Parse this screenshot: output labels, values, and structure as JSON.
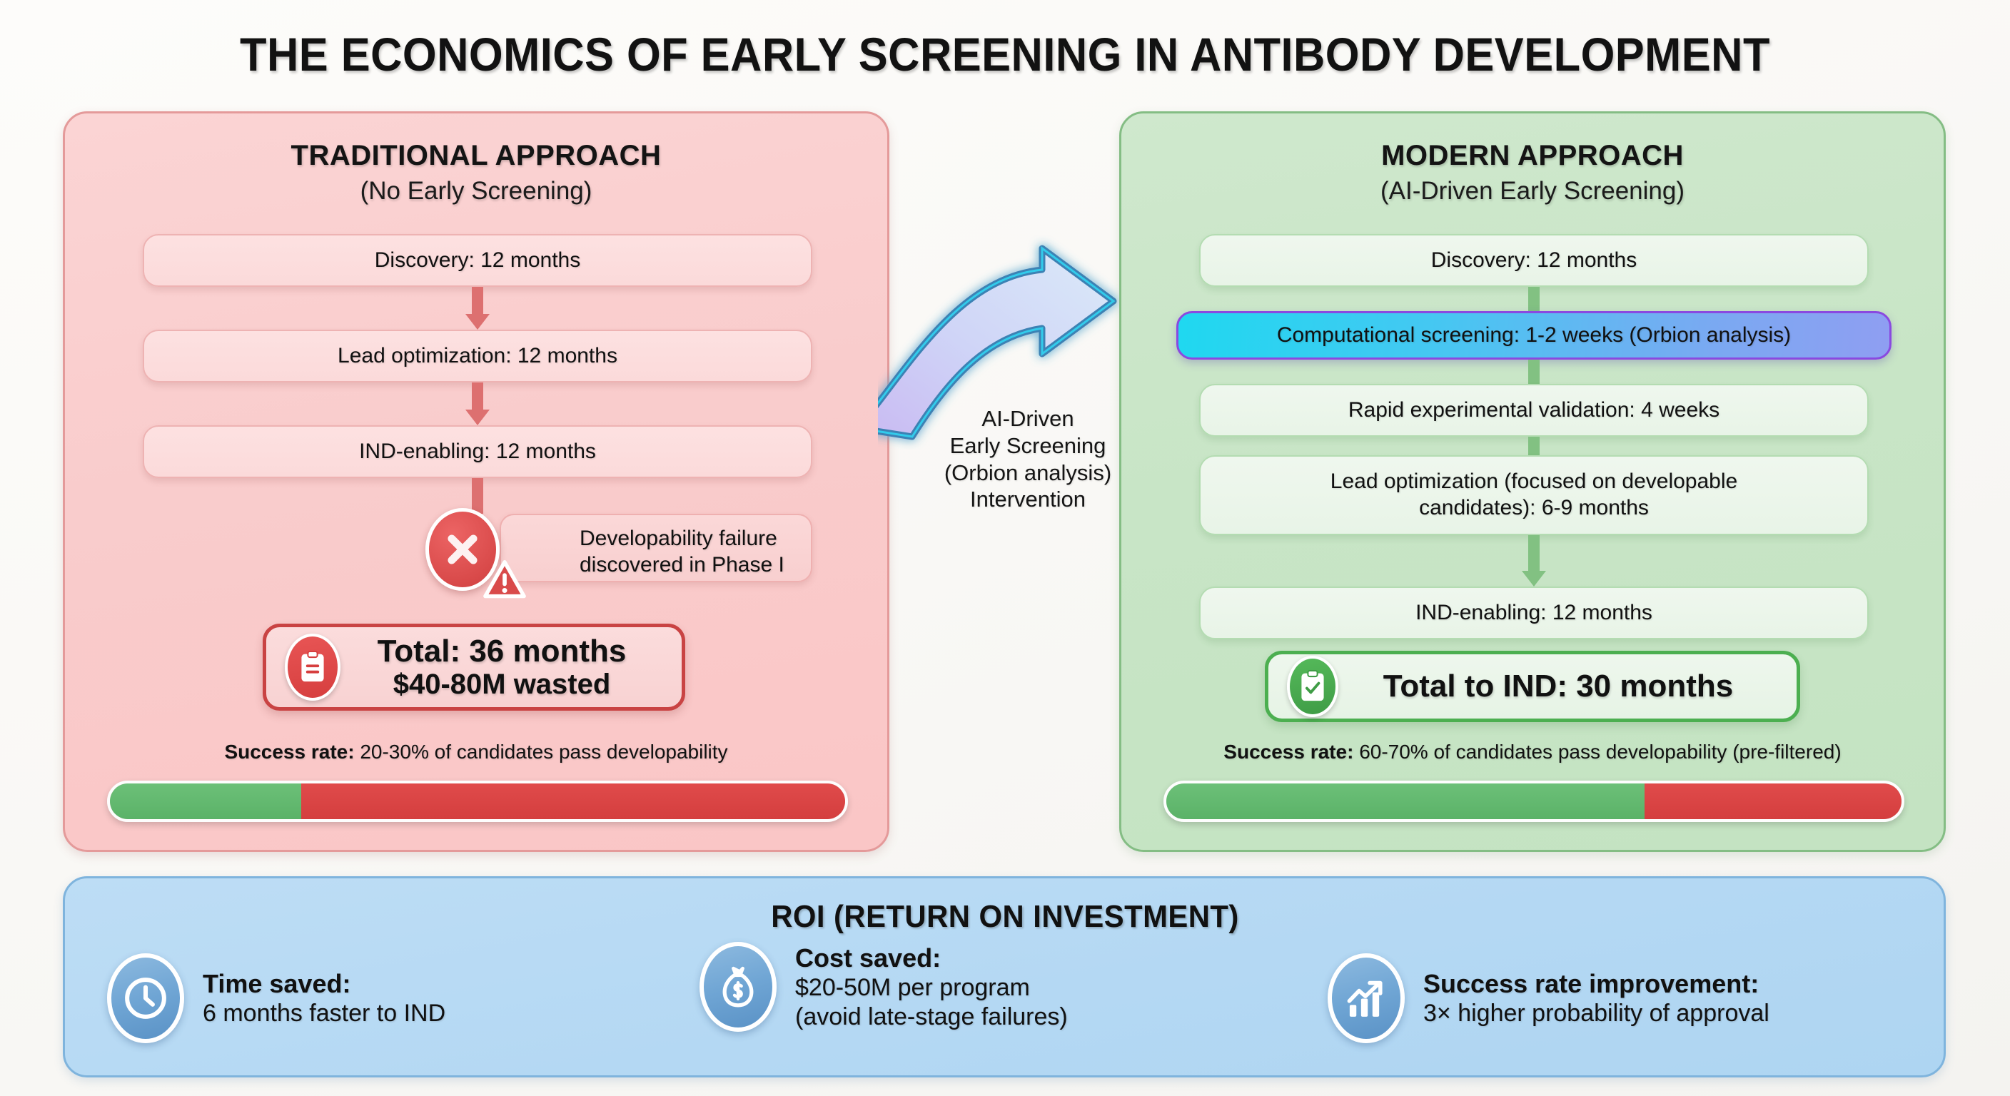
{
  "title": "THE ECONOMICS OF EARLY SCREENING IN ANTIBODY DEVELOPMENT",
  "traditional": {
    "title": "TRADITIONAL APPROACH",
    "subtitle": "(No Early Screening)",
    "steps": [
      "Discovery: 12 months",
      "Lead optimization: 12 months",
      "IND-enabling: 12 months"
    ],
    "failure_icon": "x-mark-icon",
    "warning_icon": "warning-triangle-icon",
    "failure_text": "Developability failure\ndiscovered in Phase I",
    "failure_line1": "Developability failure",
    "failure_line2": "discovered in Phase I",
    "total_icon": "clipboard-icon",
    "total_main": "Total: 36 months",
    "total_sub": "$40-80M wasted",
    "success_label": "Success rate:",
    "success_value": "20-30% of candidates pass developability",
    "bar_green_pct": 26,
    "accent": "#c94343"
  },
  "modern": {
    "title": "MODERN APPROACH",
    "subtitle": "(AI-Driven Early Screening)",
    "steps": [
      "Discovery: 12 months",
      "Computational screening: 1-2 weeks (Orbion analysis)",
      "Rapid experimental validation: 4 weeks",
      "Lead optimization (focused on developable candidates): 6-9 months",
      "IND-enabling: 12 months"
    ],
    "step4_line1": "Lead optimization (focused on developable",
    "step4_line2": "candidates): 6-9 months",
    "highlight_index": 1,
    "total_icon": "clipboard-check-icon",
    "total_main": "Total to IND: 30 months",
    "success_label": "Success rate:",
    "success_value": "60-70% of candidates pass developability (pre-filtered)",
    "bar_green_pct": 65,
    "accent": "#4caf50"
  },
  "intervention": {
    "icon": "curved-arrow-icon",
    "line1": "AI-Driven",
    "line2": "Early Screening",
    "line3": "(Orbion analysis)",
    "line4": "Intervention"
  },
  "roi": {
    "title": "ROI (RETURN ON INVESTMENT)",
    "items": [
      {
        "icon": "clock-icon",
        "head": "Time saved:",
        "body": "6 months faster to IND",
        "body2": ""
      },
      {
        "icon": "money-bag-icon",
        "head": "Cost saved:",
        "body": "$20-50M per program",
        "body2": "(avoid late-stage failures)"
      },
      {
        "icon": "growth-chart-icon",
        "head": "Success rate improvement:",
        "body": "3× higher probability of approval",
        "body2": ""
      }
    ],
    "accent": "#5a92c6"
  }
}
